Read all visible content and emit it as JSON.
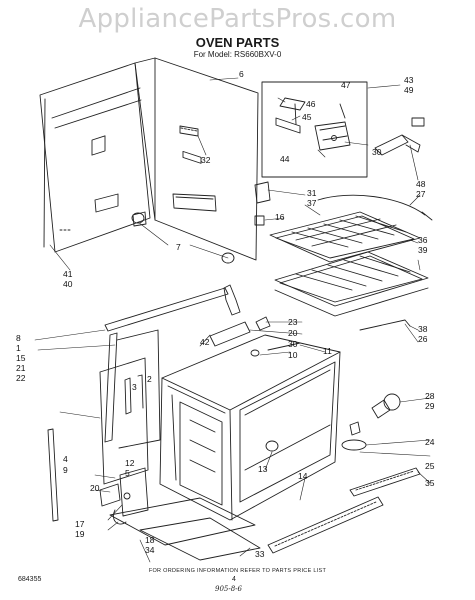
{
  "watermark": "AppliancePartsPros.com",
  "title": "OVEN PARTS",
  "subtitle": "For Model: RS660BXV-0",
  "callouts": [
    {
      "id": "c6",
      "label": "6"
    },
    {
      "id": "c43",
      "label": "43"
    },
    {
      "id": "c49",
      "label": "49"
    },
    {
      "id": "c47",
      "label": "47"
    },
    {
      "id": "c46",
      "label": "46"
    },
    {
      "id": "c45",
      "label": "45"
    },
    {
      "id": "c44",
      "label": "44"
    },
    {
      "id": "c30",
      "label": "30"
    },
    {
      "id": "c32",
      "label": "32"
    },
    {
      "id": "c48",
      "label": "48"
    },
    {
      "id": "c27",
      "label": "27"
    },
    {
      "id": "c31",
      "label": "31"
    },
    {
      "id": "c37",
      "label": "37"
    },
    {
      "id": "c16",
      "label": "16"
    },
    {
      "id": "c7",
      "label": "7"
    },
    {
      "id": "c36",
      "label": "36"
    },
    {
      "id": "c39",
      "label": "39"
    },
    {
      "id": "c41",
      "label": "41"
    },
    {
      "id": "c40",
      "label": "40"
    },
    {
      "id": "c8",
      "label": "8"
    },
    {
      "id": "c1",
      "label": "1"
    },
    {
      "id": "c15",
      "label": "15"
    },
    {
      "id": "c21",
      "label": "21"
    },
    {
      "id": "c22",
      "label": "22"
    },
    {
      "id": "c23",
      "label": "23"
    },
    {
      "id": "c20b",
      "label": "20"
    },
    {
      "id": "c38",
      "label": "38"
    },
    {
      "id": "c26",
      "label": "26"
    },
    {
      "id": "c42",
      "label": "42"
    },
    {
      "id": "c30b",
      "label": "30"
    },
    {
      "id": "c10",
      "label": "10"
    },
    {
      "id": "c11",
      "label": "11"
    },
    {
      "id": "c3",
      "label": "3"
    },
    {
      "id": "c2",
      "label": "2"
    },
    {
      "id": "c28",
      "label": "28"
    },
    {
      "id": "c29",
      "label": "29"
    },
    {
      "id": "c24",
      "label": "24"
    },
    {
      "id": "c25",
      "label": "25"
    },
    {
      "id": "c35",
      "label": "35"
    },
    {
      "id": "c13",
      "label": "13"
    },
    {
      "id": "c14",
      "label": "14"
    },
    {
      "id": "c4",
      "label": "4"
    },
    {
      "id": "c9",
      "label": "9"
    },
    {
      "id": "c12",
      "label": "12"
    },
    {
      "id": "c5",
      "label": "5"
    },
    {
      "id": "c20",
      "label": "20"
    },
    {
      "id": "c17",
      "label": "17"
    },
    {
      "id": "c19",
      "label": "19"
    },
    {
      "id": "c18",
      "label": "18"
    },
    {
      "id": "c34",
      "label": "34"
    },
    {
      "id": "c33",
      "label": "33"
    }
  ],
  "footer": {
    "note": "FOR ORDERING INFORMATION REFER TO PARTS PRICE LIST",
    "doc_number": "684355",
    "page_number": "4",
    "handwritten": "905-8-6"
  }
}
